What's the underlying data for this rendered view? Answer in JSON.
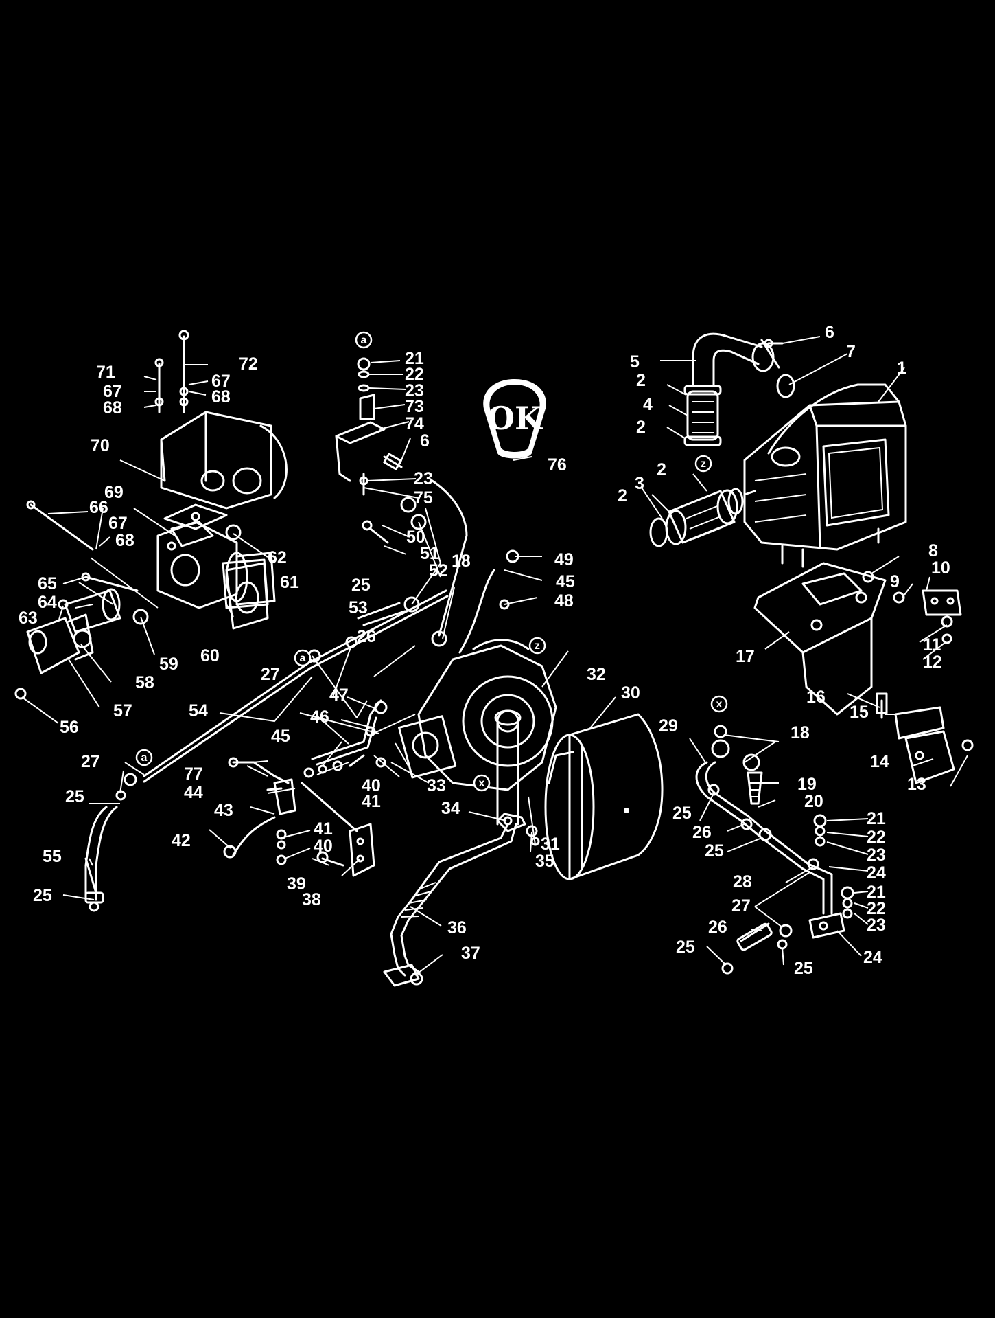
{
  "diagram": {
    "type": "exploded parts diagram",
    "logo_text": "OK",
    "reference_markers": [
      "a",
      "z",
      "x"
    ],
    "part_numbers": [
      "1",
      "2",
      "3",
      "4",
      "5",
      "6",
      "7",
      "8",
      "9",
      "10",
      "11",
      "12",
      "13",
      "14",
      "15",
      "16",
      "17",
      "18",
      "19",
      "20",
      "21",
      "22",
      "23",
      "24",
      "25",
      "26",
      "27",
      "28",
      "29",
      "30",
      "31",
      "32",
      "33",
      "34",
      "35",
      "36",
      "37",
      "38",
      "39",
      "40",
      "41",
      "42",
      "43",
      "44",
      "45",
      "46",
      "47",
      "48",
      "49",
      "50",
      "51",
      "52",
      "53",
      "54",
      "55",
      "56",
      "57",
      "58",
      "59",
      "60",
      "61",
      "62",
      "63",
      "64",
      "65",
      "66",
      "67",
      "68",
      "69",
      "70",
      "71",
      "72",
      "73",
      "74",
      "75",
      "76",
      "77"
    ]
  },
  "colors": {
    "background": "#000000",
    "line": "#ffffff"
  }
}
